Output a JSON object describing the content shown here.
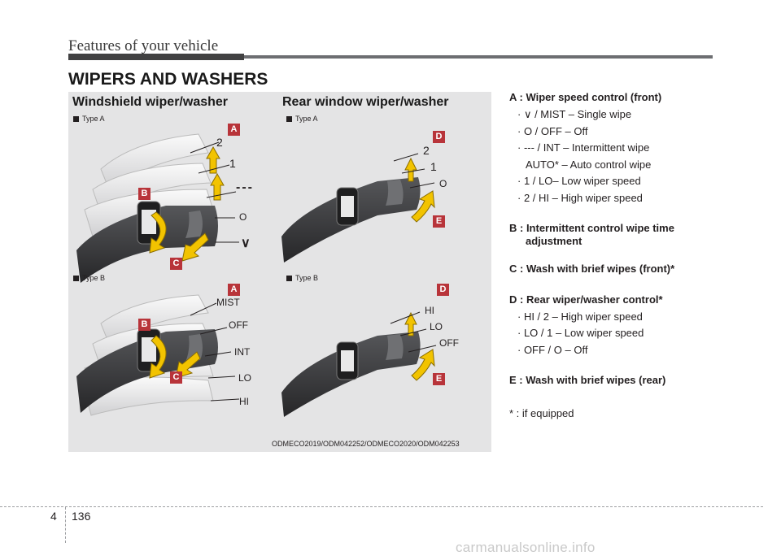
{
  "header": {
    "title": "Features of your vehicle"
  },
  "section": {
    "title": "WIPERS AND WASHERS"
  },
  "figure": {
    "left_panel": {
      "title": "Windshield wiper/washer",
      "type_a": "Type A",
      "type_b": "Type B",
      "type_a_positions": [
        "2",
        "1",
        "---",
        "O",
        "∨"
      ],
      "type_b_positions": [
        "MIST",
        "OFF",
        "INT",
        "LO",
        "HI"
      ]
    },
    "right_panel": {
      "title": "Rear window wiper/washer",
      "type_a": "Type A",
      "type_b": "Type B",
      "type_a_positions": [
        "2",
        "1",
        "O"
      ],
      "type_b_positions": [
        "HI",
        "LO",
        "OFF"
      ]
    },
    "badges": {
      "a": "A",
      "b": "B",
      "c": "C",
      "d": "D",
      "e": "E"
    },
    "caption": "ODMECO2019/ODM042252/ODMECO2020/ODM042253"
  },
  "legend": {
    "a_head": "A : Wiper speed control (front)",
    "a_items": [
      "·  ∨  / MIST – Single wipe",
      "· O / OFF – Off",
      "· --- / INT – Intermittent wipe",
      "AUTO* – Auto control wipe",
      "· 1 / LO– Low wiper speed",
      "· 2 / HI – High wiper speed"
    ],
    "b_head": "B : Intermittent control wipe time",
    "b_head2": "adjustment",
    "c_head": "C : Wash with brief wipes (front)*",
    "d_head": "D : Rear wiper/washer control*",
    "d_items": [
      "· HI / 2 – High wiper speed",
      "· LO / 1 – Low wiper speed",
      "· OFF / O – Off"
    ],
    "e_head": "E : Wash with brief wipes (rear)",
    "footnote": "* : if equipped"
  },
  "footer": {
    "section": "4",
    "page": "136",
    "watermark": "carmanualsonline.info"
  },
  "colors": {
    "badge": "#b8343a",
    "arrow": "#f2c300",
    "stalk": "#3b3c3e",
    "figure_bg": "#e4e4e5"
  }
}
